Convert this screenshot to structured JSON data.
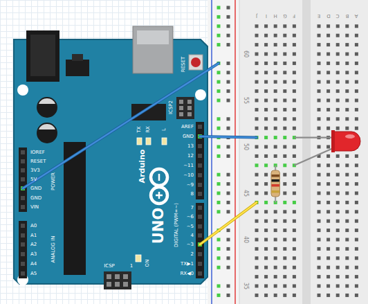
{
  "diagram": {
    "labels": [
      "RESET",
      "ICSP2",
      "AREF",
      "GND",
      "13",
      "12",
      "~11",
      "~10",
      "~9",
      "8",
      "7",
      "~6",
      "~5",
      "4",
      "~3",
      "2",
      "TX▶1",
      "RX◀0",
      "DIGITAL (PWM=~)",
      "L",
      "TX",
      "RX",
      "Arduino",
      "UNO",
      "IOREF",
      "RESET",
      "3V3",
      "5V",
      "GND",
      "GND",
      "VIN",
      "POWER",
      "A0",
      "A1",
      "A2",
      "A3",
      "A4",
      "A5",
      "ANALOG IN",
      "ICSP",
      "1",
      "ON",
      "60",
      "55",
      "50",
      "45",
      "40",
      "35",
      "J",
      "I",
      "H",
      "G",
      "F",
      "E",
      "D",
      "C",
      "B",
      "A"
    ]
  }
}
